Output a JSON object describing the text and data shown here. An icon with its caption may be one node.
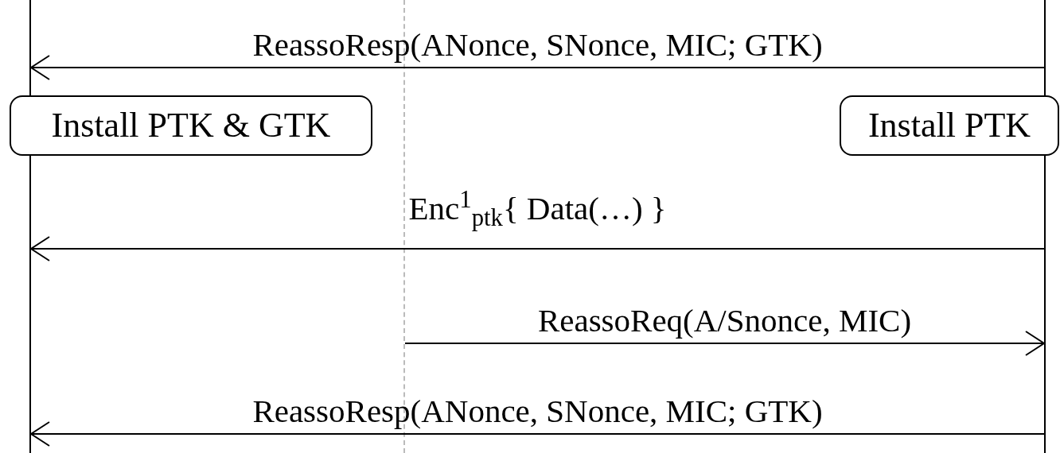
{
  "diagram": {
    "nodes": [
      {
        "text": [],
        "shape": "bar"
      },
      {
        "text": [],
        "shape": "bar"
      },
      {
        "text": [],
        "shape": "bar"
      },
      {
        "text": [
          "Install PTK & GTK"
        ]
      },
      {
        "text": [
          "Install PTK"
        ]
      }
    ],
    "edges": [
      {
        "from": 2,
        "to": 0,
        "arrow": "to",
        "label": "ReassoResp(ANonce, SNonce, MIC; GTK)"
      },
      {
        "from": 2,
        "to": 0,
        "arrow": "to",
        "label": "Enc$^{1}$$_{ptk}${ Data(…) }"
      },
      {
        "from": 1,
        "to": 2,
        "arrow": "to",
        "label": "ReassoReq(A/Snonce, MIC)"
      },
      {
        "from": 2,
        "to": 0,
        "arrow": "to",
        "label": "ReassoResp(ANonce, SNonce, MIC; GTK)"
      }
    ]
  }
}
